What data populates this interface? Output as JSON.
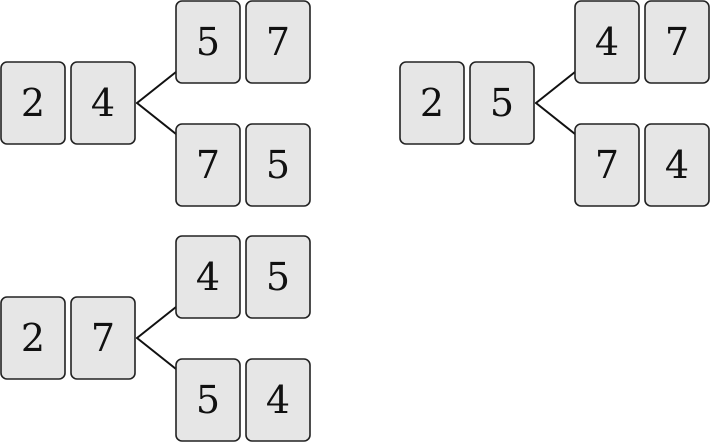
{
  "trees": [
    {
      "root": [
        "2",
        "4"
      ],
      "branches": [
        [
          "5",
          "7"
        ],
        [
          "7",
          "5"
        ]
      ]
    },
    {
      "root": [
        "2",
        "5"
      ],
      "branches": [
        [
          "4",
          "7"
        ],
        [
          "7",
          "4"
        ]
      ]
    },
    {
      "root": [
        "2",
        "7"
      ],
      "branches": [
        [
          "4",
          "5"
        ],
        [
          "5",
          "4"
        ]
      ]
    }
  ]
}
